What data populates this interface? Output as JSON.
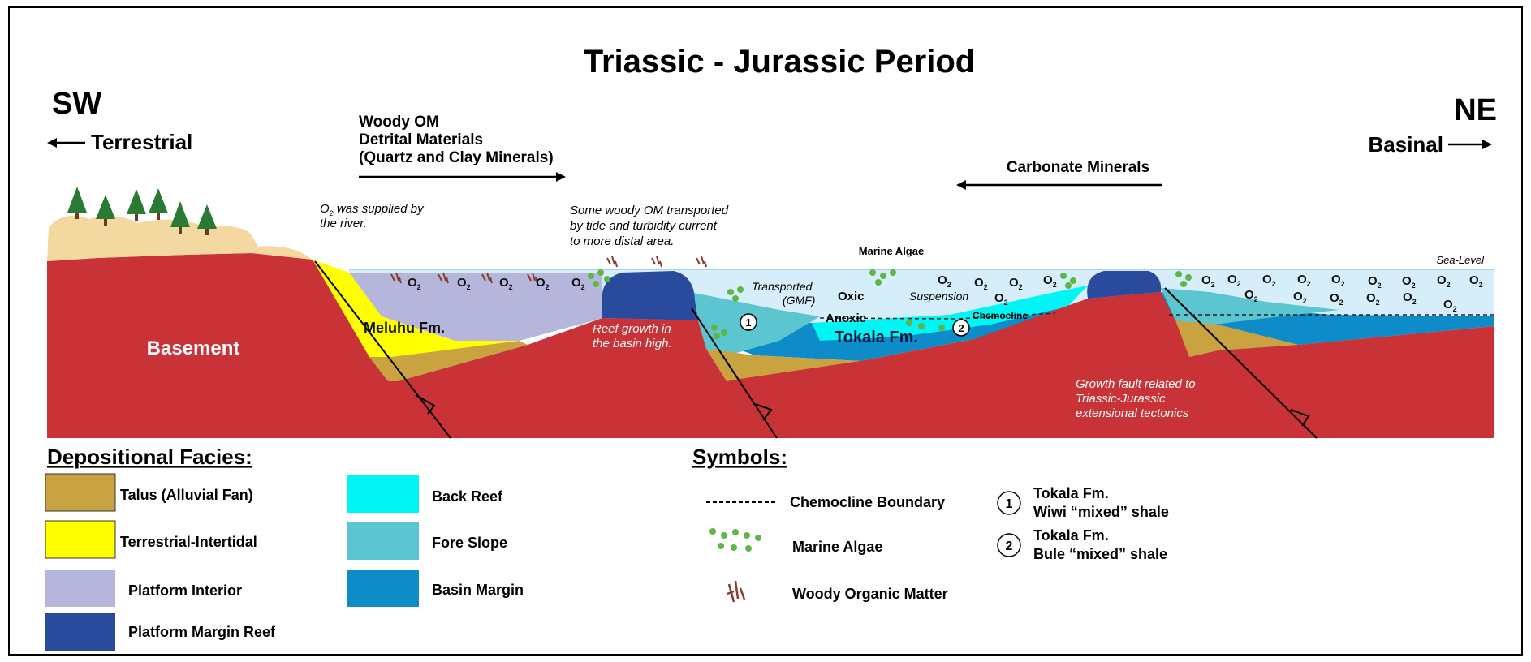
{
  "title": "Triassic - Jurassic Period",
  "directions": {
    "sw": "SW",
    "ne": "NE",
    "terrestrial": "Terrestrial",
    "basinal": "Basinal"
  },
  "inputs": {
    "woody_om": "Woody OM",
    "detrital": "Detrital Materials",
    "quartz_clay": "(Quartz and Clay Minerals)",
    "carbonate": "Carbonate Minerals"
  },
  "annotations": {
    "o2_supplied_1": "was supplied by",
    "o2_supplied_2": "the river.",
    "woody_transport_1": "Some woody OM transported",
    "woody_transport_2": "by tide and turbidity current",
    "woody_transport_3": "to more distal area.",
    "marine_algae": "Marine Algae",
    "sea_level": "Sea-Level",
    "transported_1": "Transported",
    "transported_2": "(GMF)",
    "oxic": "Oxic",
    "anoxic": "Anoxic",
    "suspension": "Suspension",
    "chemocline": "Chemocline",
    "tokala": "Tokala Fm.",
    "meluhu": "Meluhu Fm.",
    "basement": "Basement",
    "reef_growth_1": "Reef growth in",
    "reef_growth_2": "the basin high.",
    "growth_fault_1": "Growth fault related to",
    "growth_fault_2": "Triassic-Jurassic",
    "growth_fault_3": "extensional tectonics",
    "marker_1": "1",
    "marker_2": "2"
  },
  "facies_legend": {
    "title": "Depositional Facies:",
    "items": [
      {
        "label": "Talus (Alluvial Fan)",
        "color": "#c9a33f"
      },
      {
        "label": "Terrestrial-Intertidal",
        "color": "#ffff00"
      },
      {
        "label": "Platform Interior",
        "color": "#b6b6dc"
      },
      {
        "label": "Platform Margin Reef",
        "color": "#2a4a9e"
      },
      {
        "label": "Back Reef",
        "color": "#00f5f5"
      },
      {
        "label": "Fore Slope",
        "color": "#5bc6d0"
      },
      {
        "label": "Basin Margin",
        "color": "#0d8cc9"
      }
    ]
  },
  "symbols_legend": {
    "title": "Symbols:",
    "chemocline": "Chemocline Boundary",
    "algae": "Marine Algae",
    "woody": "Woody Organic Matter",
    "sym1_num": "1",
    "sym1_line1": "Tokala Fm.",
    "sym1_line2": "Wiwi “mixed” shale",
    "sym2_num": "2",
    "sym2_line1": "Tokala Fm.",
    "sym2_line2": "Bule “mixed” shale"
  },
  "colors": {
    "basement": "#c93236",
    "sea": "#d6eefa",
    "algae": "#5fb548",
    "woody": "#8a3b2a"
  }
}
